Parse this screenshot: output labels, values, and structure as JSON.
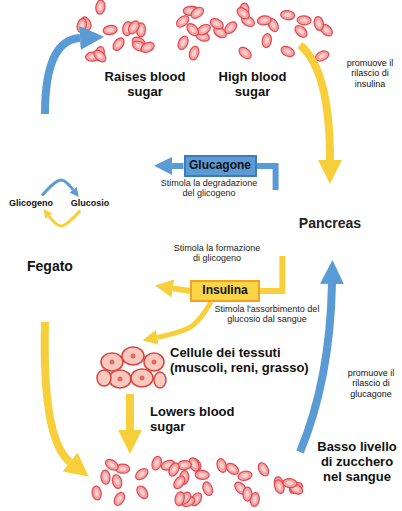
{
  "diagram": {
    "nodes": [
      {
        "text": [
          "Fegato"
        ]
      },
      {
        "text": [
          "Glicogeno"
        ],
        "in": 0
      },
      {
        "text": [
          "Glucosio"
        ],
        "in": 0
      },
      {
        "text": [
          "Glucagone"
        ]
      },
      {
        "text": [
          "Pancreas"
        ]
      },
      {
        "text": [
          "Insulina"
        ]
      },
      {
        "text": [
          "Cellule dei tessuti (muscoli, reni, grasso)"
        ]
      }
    ],
    "edges": [
      {
        "from": 4,
        "to": 3,
        "arrow": "none"
      },
      {
        "from": 3,
        "to": 0,
        "label": "Stimola la degradazione del glicogeno",
        "arrow": "to"
      },
      {
        "from": 4,
        "to": 5,
        "arrow": "none"
      },
      {
        "from": 5,
        "to": 0,
        "label": "Stimola la formazione di glicogeno",
        "arrow": "to"
      },
      {
        "from": 5,
        "to": 6,
        "label": "Stimola l'assorbimento del glucosio dal sangue",
        "arrow": "to"
      },
      {
        "from": 1,
        "to": 2,
        "arrow": "to"
      },
      {
        "from": 2,
        "to": 1,
        "arrow": "to"
      }
    ],
    "labels": [
      "Raises blood sugar",
      "High blood sugar",
      "promuove il rilascio di insulina",
      "Lowers blood sugar",
      "promuove il rilascio di glucagone",
      "Basso livello di zucchero nel sangue"
    ]
  }
}
